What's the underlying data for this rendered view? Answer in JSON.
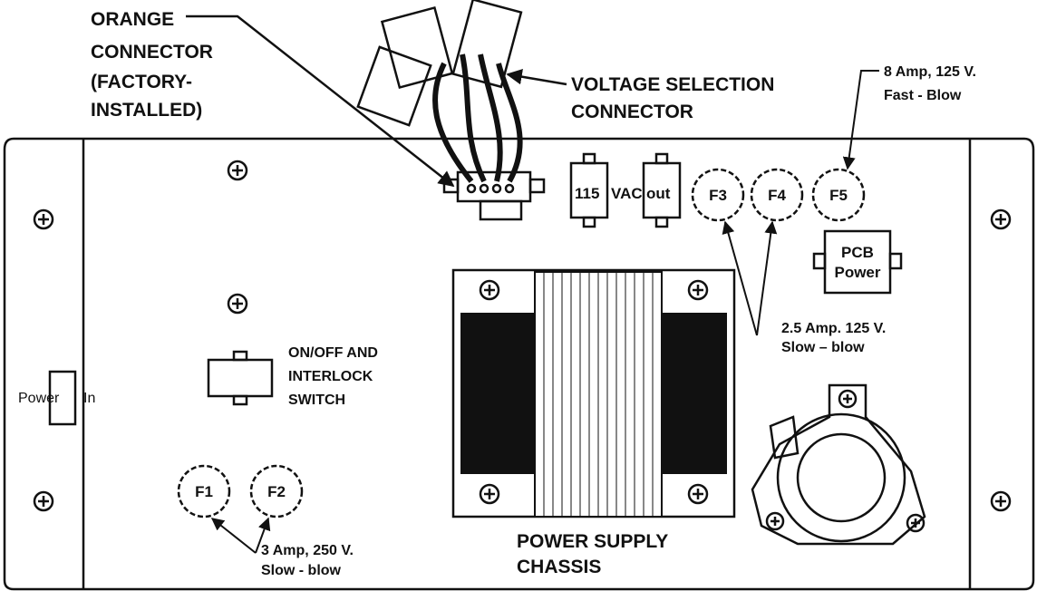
{
  "callouts": {
    "orange_connector": [
      "ORANGE",
      "CONNECTOR",
      "(FACTORY-",
      "INSTALLED)"
    ],
    "voltage_selection": [
      "VOLTAGE SELECTION",
      "CONNECTOR"
    ],
    "fuse_f5_rating": [
      "8 Amp,  125 V.",
      "Fast - Blow"
    ],
    "fuse_f3_f4_rating": [
      "2.5 Amp. 125 V.",
      "Slow – blow"
    ],
    "fuse_f1_f2_rating": [
      "3 Amp, 250 V.",
      "Slow - blow"
    ],
    "switch": [
      "ON/OFF AND",
      "INTERLOCK",
      "SWITCH"
    ],
    "chassis": [
      "POWER SUPPLY",
      "CHASSIS"
    ]
  },
  "components": {
    "vac_left": "115",
    "vac_mid": "VAC",
    "vac_right": "out",
    "pcb_power": [
      "PCB",
      "Power"
    ],
    "power_in_left": "Power",
    "power_in_right": "In"
  },
  "fuses": [
    "F1",
    "F2",
    "F3",
    "F4",
    "F5"
  ]
}
